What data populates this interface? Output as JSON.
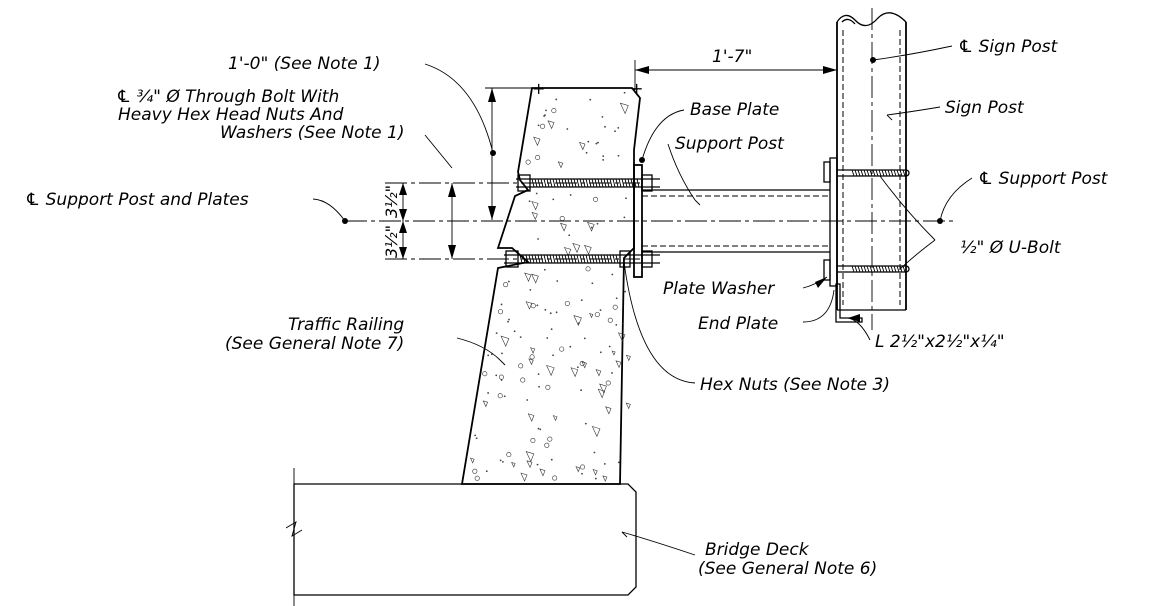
{
  "labels": {
    "dim_width": "1'-0\" (See Note 1)",
    "through_bolt_l1": "℄ ¾\" Ø Through Bolt With",
    "through_bolt_l2": "Heavy Hex Head Nuts And",
    "through_bolt_l3": "Washers (See Note 1)",
    "cl_support_plates": "℄ Support Post and Plates",
    "dim_span": "1'-7\"",
    "cl_sign_post": "℄ Sign Post",
    "sign_post": "Sign Post",
    "base_plate": "Base Plate",
    "support_post": "Support Post",
    "cl_support_post": "℄ Support Post",
    "u_bolt": "½\" Ø U-Bolt",
    "plate_washer": "Plate Washer",
    "end_plate": "End Plate",
    "angle": "L 2½\"x2½\"x¼\"",
    "traffic_railing_l1": "Traffic Railing",
    "traffic_railing_l2": "(See General Note 7)",
    "hex_nuts": "Hex Nuts (See Note 3)",
    "bridge_deck_l1": "Bridge Deck",
    "bridge_deck_l2": "(See General Note 6)",
    "dim_half_a": "3½\"",
    "dim_half_b": "3½\""
  }
}
